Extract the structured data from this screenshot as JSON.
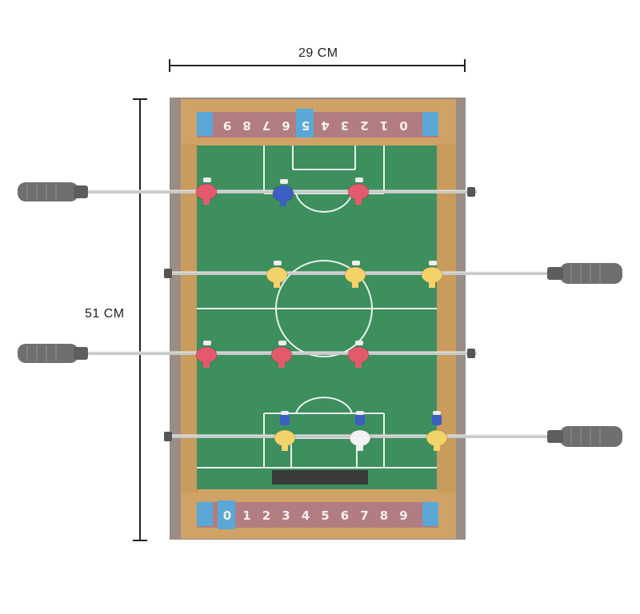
{
  "dimensions": {
    "width_label": "29 CM",
    "height_label": "51 CM"
  },
  "scoreboard_top": {
    "digits": [
      "9",
      "8",
      "7",
      "6",
      "5",
      "4",
      "3",
      "2",
      "1",
      "0"
    ],
    "selected": "5"
  },
  "scoreboard_bottom": {
    "digits": [
      "0",
      "1",
      "2",
      "3",
      "4",
      "5",
      "6",
      "7",
      "8",
      "9"
    ],
    "selected": "0"
  },
  "colors": {
    "field": "#3d8f5e",
    "wood": "#c79a5b",
    "frame": "#9a8d86",
    "scoreboard": "#b27d80",
    "score_marker": "#59a8d8",
    "team_red": "#e45a6c",
    "team_yellow": "#f4d26a",
    "team_blue": "#3d5fc4",
    "handle": "#6f6f6f"
  }
}
